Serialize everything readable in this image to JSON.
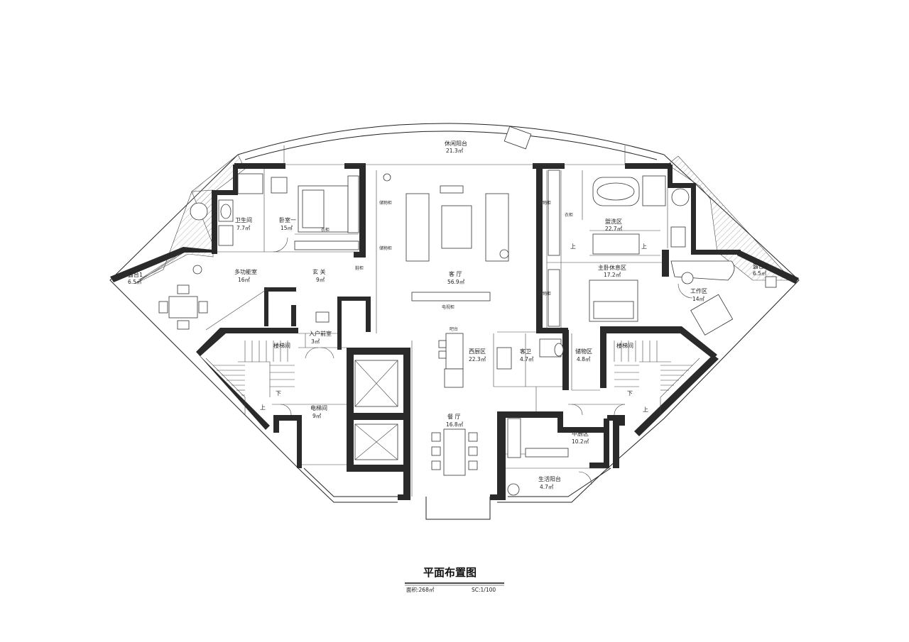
{
  "plan_title": "平面布置图",
  "area_label": "面积:268㎡",
  "scale_label": "SC:1/100",
  "rooms": {
    "leisure_balcony": {
      "name": "休闲阳台",
      "area": "21.3㎡"
    },
    "bath1": {
      "name": "卫生间",
      "area": "7.7㎡"
    },
    "bedroom": {
      "name": "卧室一",
      "area": "15㎡"
    },
    "multi": {
      "name": "多功能室",
      "area": "16㎡"
    },
    "balcony1": {
      "name": "露台1",
      "area": "6.5㎡"
    },
    "foyer": {
      "name": "玄  关",
      "area": "9㎡"
    },
    "living": {
      "name": "客  厅",
      "area": "56.9㎡"
    },
    "wash": {
      "name": "盥洗区",
      "area": "22.7㎡"
    },
    "master": {
      "name": "主卧休息区",
      "area": "17.2㎡"
    },
    "balcony2": {
      "name": "露台2",
      "area": "6.5㎡"
    },
    "work": {
      "name": "工作区",
      "area": "14㎡"
    },
    "entry_front": {
      "name": "入户前室",
      "area": "3㎡"
    },
    "stair_l": {
      "name": "楼梯间"
    },
    "elev": {
      "name": "电梯间",
      "area": "9㎡"
    },
    "western_kitchen": {
      "name": "西厨区",
      "area": "22.3㎡"
    },
    "guest_bath": {
      "name": "客卫",
      "area": "4.7㎡"
    },
    "storage": {
      "name": "储物区",
      "area": "4.8㎡"
    },
    "stair_r": {
      "name": "楼梯间"
    },
    "dining": {
      "name": "餐  厅",
      "area": "16.8㎡"
    },
    "chinese_kitchen": {
      "name": "中厨区",
      "area": "10.2㎡"
    },
    "service_balcony": {
      "name": "生活阳台",
      "area": "4.7㎡"
    }
  },
  "annotations": {
    "up1": "上",
    "down1": "下",
    "up2": "上",
    "down2": "下",
    "up3": "上",
    "up4": "上",
    "bar": "吧台",
    "tv_cabinet": "电视柜",
    "cabinet_1": "储物柜",
    "cabinet_2": "储物柜",
    "cabinet_3": "储物柜",
    "cabinet_4": "储物柜",
    "cabinet_5": "鞋柜",
    "wardrobe_1": "衣柜",
    "wardrobe_2": "衣柜"
  }
}
